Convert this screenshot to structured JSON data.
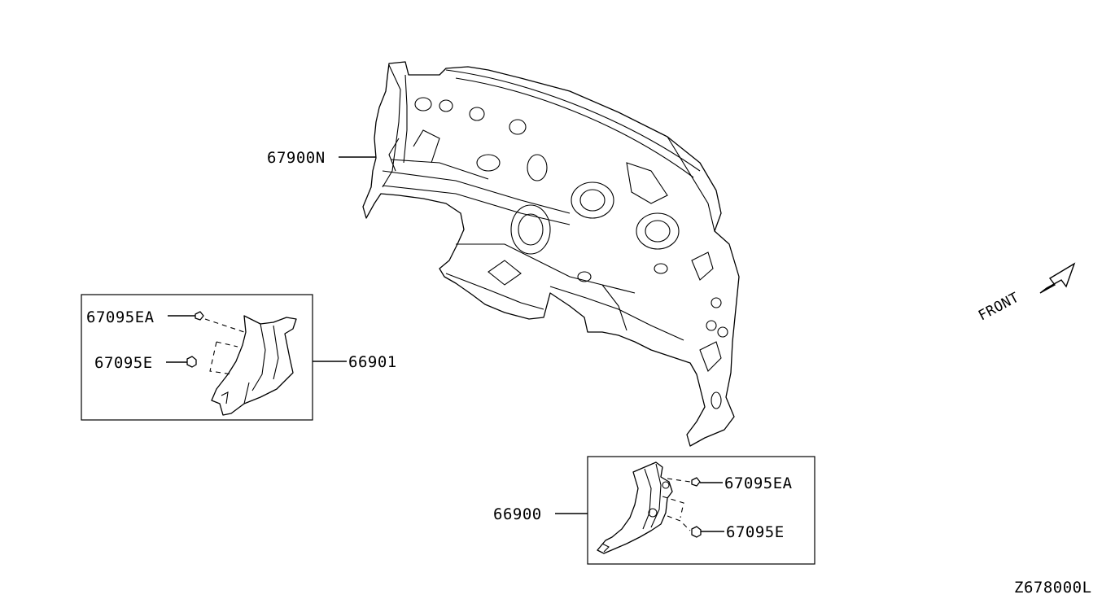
{
  "labels": {
    "dash_panel": "67900N",
    "left_clip": "67095EA",
    "left_nut": "67095E",
    "left_bracket": "66901",
    "right_bracket": "66900",
    "right_clip": "67095EA",
    "right_nut": "67095E",
    "front": "FRONT",
    "diagram_code": "Z678000L"
  },
  "icons": {
    "front_arrow": "front-arrow-icon"
  }
}
